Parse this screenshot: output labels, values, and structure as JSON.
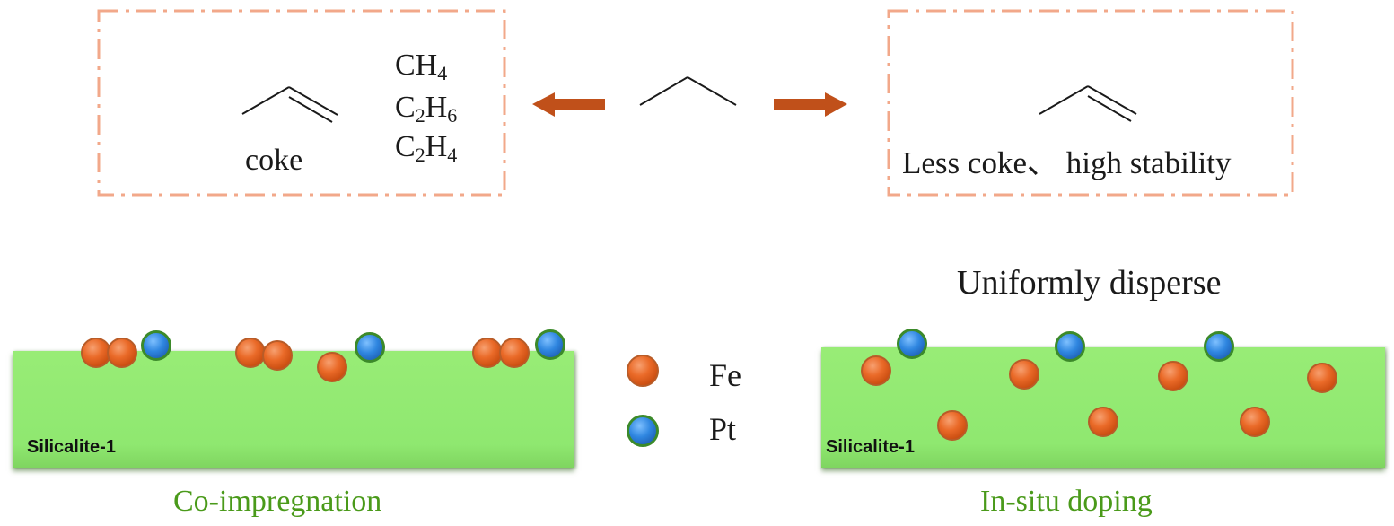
{
  "top_left_box": {
    "products": [
      "CH",
      "C",
      "C"
    ],
    "product_formulas": [
      {
        "parts": [
          {
            "t": "CH"
          },
          {
            "s": "4"
          }
        ]
      },
      {
        "parts": [
          {
            "t": "C"
          },
          {
            "s": "2"
          },
          {
            "t": "H"
          },
          {
            "s": "6"
          }
        ]
      },
      {
        "parts": [
          {
            "t": "C"
          },
          {
            "s": "2"
          },
          {
            "t": "H"
          },
          {
            "s": "4"
          }
        ]
      }
    ],
    "coke_label": "coke"
  },
  "top_right_box": {
    "label": "Less coke、 high stability"
  },
  "uniform_label": "Uniformly disperse",
  "left_panel": {
    "support_label": "Silicalite-1",
    "method_label": "Co-impregnation"
  },
  "right_panel": {
    "support_label": "Silicalite-1",
    "method_label": "In-situ doping"
  },
  "legend": {
    "fe_label": "Fe",
    "pt_label": "Pt"
  },
  "colors": {
    "dash_border": "#f2a88a",
    "arrow": "#c0501a",
    "support": "#93ea73",
    "fe": "#e8641f",
    "pt": "#2f7fd8",
    "method_text": "#4a9a1a"
  }
}
